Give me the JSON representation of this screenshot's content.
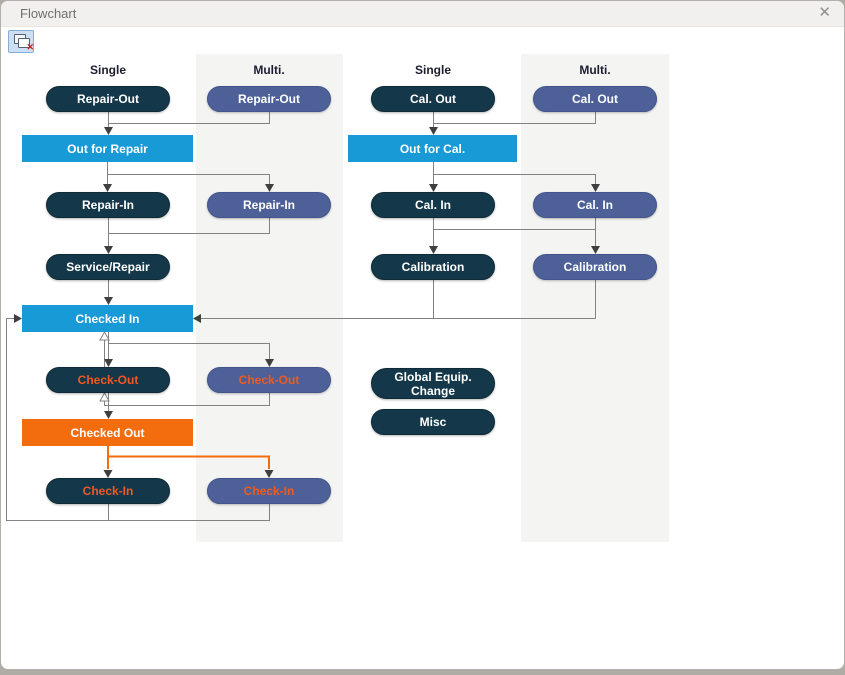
{
  "window": {
    "title": "Flowchart"
  },
  "icons": {
    "close_window": "✕",
    "toolbar_red_x": "✕"
  },
  "columns": [
    {
      "label": "Single"
    },
    {
      "label": "Multi."
    },
    {
      "label": "Single"
    },
    {
      "label": "Multi."
    }
  ],
  "nodes": {
    "repair_out_single": "Repair-Out",
    "repair_out_multi": "Repair-Out",
    "cal_out_single": "Cal. Out",
    "cal_out_multi": "Cal. Out",
    "out_for_repair": "Out for Repair",
    "out_for_cal": "Out for Cal.",
    "repair_in_single": "Repair-In",
    "repair_in_multi": "Repair-In",
    "cal_in_single": "Cal. In",
    "cal_in_multi": "Cal. In",
    "service_repair": "Service/Repair",
    "calibration_single": "Calibration",
    "calibration_multi": "Calibration",
    "checked_in": "Checked In",
    "check_out_single": "Check-Out",
    "check_out_multi": "Check-Out",
    "global_equip_change": "Global Equip. Change",
    "misc": "Misc",
    "checked_out": "Checked Out",
    "check_in_single": "Check-In",
    "check_in_multi": "Check-In"
  },
  "colors": {
    "single_node": "#14384a",
    "multi_node": "#4d6198",
    "status_blue": "#189ad6",
    "status_orange": "#f36c0e",
    "check_text_orange": "#f0591f",
    "connector_gray": "#828282"
  }
}
